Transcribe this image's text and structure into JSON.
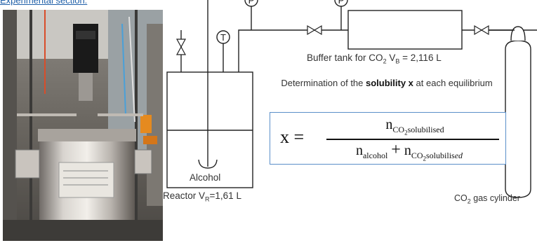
{
  "header": {
    "section_link": "Experimental section:"
  },
  "photo": {
    "description_name": "reactor-photo"
  },
  "diagram": {
    "gauge_p": "P",
    "gauge_t": "T",
    "reactor_content": "Alcohol",
    "reactor_label_prefix": "Reactor V",
    "reactor_label_sub": "R",
    "reactor_label_value": "=1,61 L",
    "buffer_label_prefix": "Buffer tank for CO",
    "buffer_label_sub1": "2",
    "buffer_label_mid": " V",
    "buffer_label_sub2": "B",
    "buffer_label_value": " = 2,116 L",
    "cylinder_label_prefix": "CO",
    "cylinder_label_sub": "2",
    "cylinder_label_suffix": " gas cylinder"
  },
  "solubility": {
    "text_before": "Determination of the ",
    "text_bold": "solubility x",
    "text_after": " at each equilibrium"
  },
  "formula": {
    "lhs": "x =",
    "num_n": "n",
    "num_sub_co": "CO",
    "num_sub_2": "2",
    "num_sub_rest": "solubilised",
    "den_n1": "n",
    "den_sub1": "alcohol",
    "den_plus": "+",
    "den_n2": "n",
    "den_sub2_co": "CO",
    "den_sub2_2": "2",
    "den_sub2_rest": "solubilis",
    "den_sub2_italic": "ed"
  },
  "colors": {
    "link": "#1f5fa8",
    "formula_border": "#5b8fc9",
    "line": "#222222"
  }
}
